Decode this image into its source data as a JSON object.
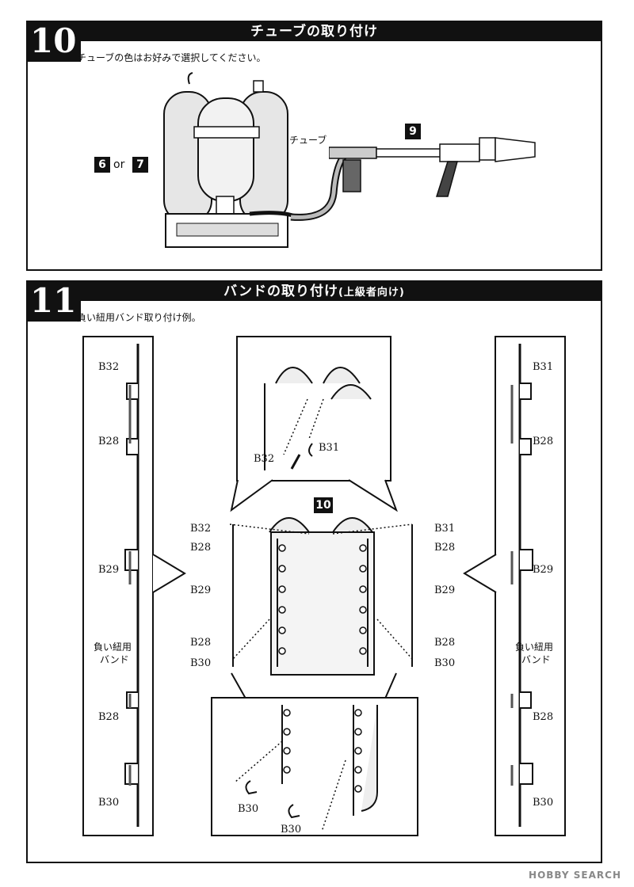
{
  "step10": {
    "number": "10",
    "title": "チューブの取り付け",
    "note": "チューブの色はお好みで選択してください。",
    "labels": {
      "part6": "6",
      "or": "or",
      "part7": "7",
      "tube": "チューブ",
      "part9": "9"
    }
  },
  "step11": {
    "number": "11",
    "title_main": "バンドの取り付け",
    "title_sub": "(上級者向け)",
    "note": "負い紐用バンド取り付け例。",
    "part10": "10",
    "left_strip": {
      "b32": "B32",
      "b28a": "B28",
      "b29": "B29",
      "band_line1": "負い紐用",
      "band_line2": "バンド",
      "b28b": "B28",
      "b30": "B30"
    },
    "right_strip": {
      "b31": "B31",
      "b28a": "B28",
      "b29": "B29",
      "band_line1": "負い紐用",
      "band_line2": "バンド",
      "b28b": "B28",
      "b30": "B30"
    },
    "top_detail": {
      "b32": "B32",
      "b31": "B31"
    },
    "bottom_detail": {
      "b30a": "B30",
      "b30b": "B30"
    },
    "center_left": {
      "b32": "B32",
      "b28a": "B28",
      "b29": "B29",
      "b28b": "B28",
      "b30": "B30"
    },
    "center_right": {
      "b31": "B31",
      "b28a": "B28",
      "b29": "B29",
      "b28b": "B28",
      "b30": "B30"
    }
  },
  "footer": {
    "brand": "HOBBY SEARCH"
  }
}
